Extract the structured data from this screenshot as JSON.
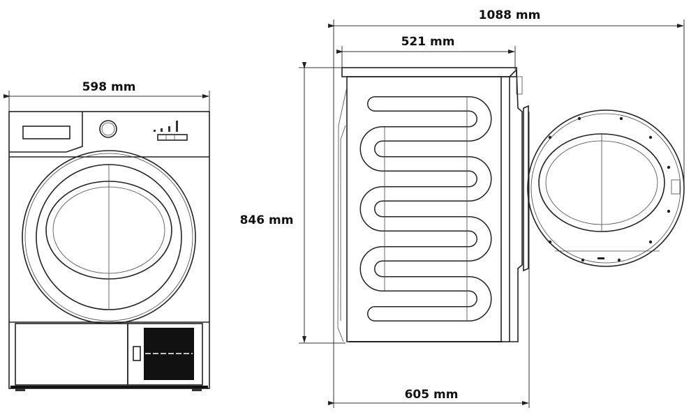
{
  "dimensions": {
    "width_front": "598 mm",
    "total_depth_door_open": "1088 mm",
    "depth_top": "521 mm",
    "height": "846 mm",
    "depth_body": "605 mm"
  }
}
